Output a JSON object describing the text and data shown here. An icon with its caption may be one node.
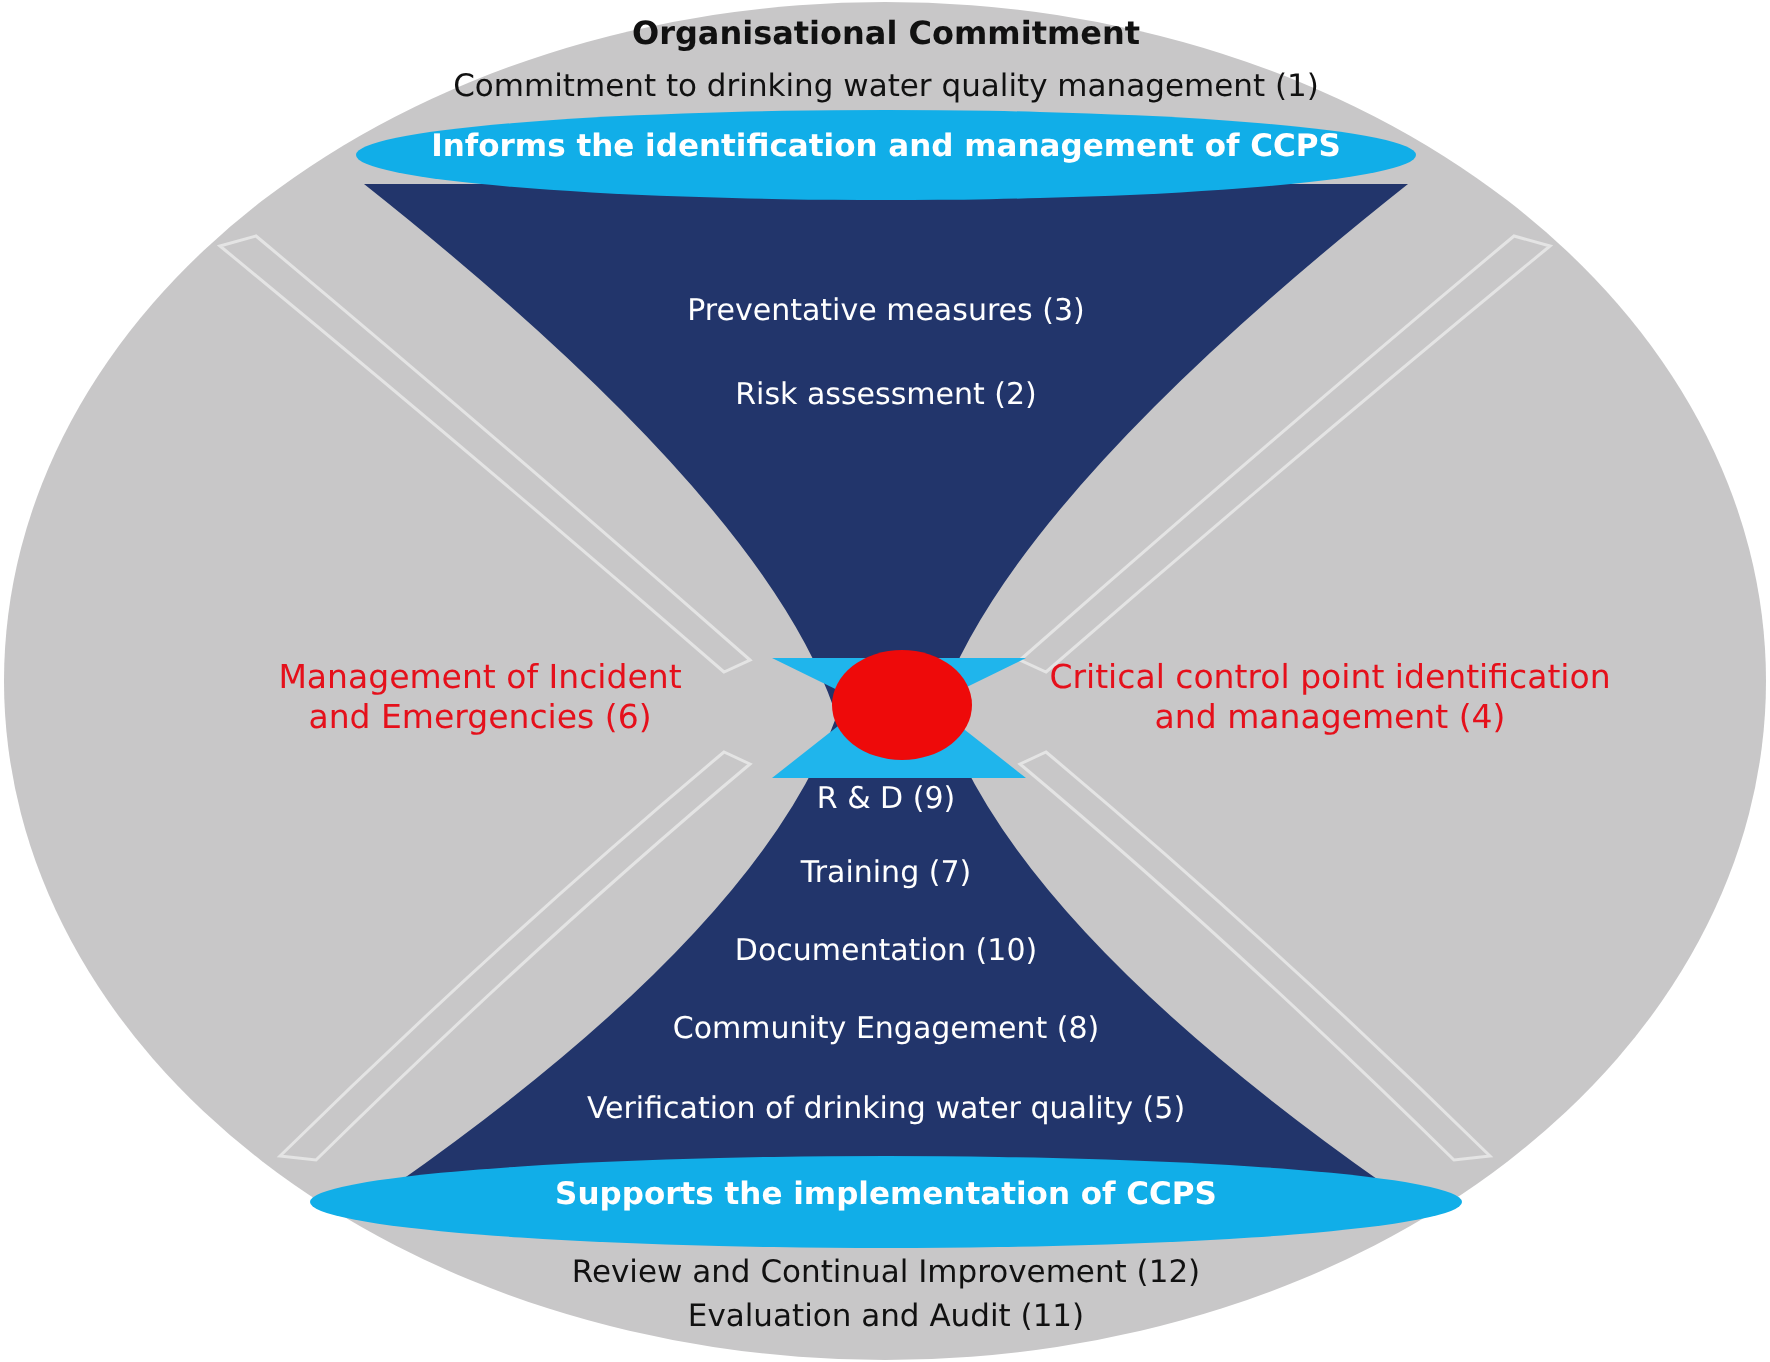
{
  "diagram": {
    "nodes": [
      {
        "text": [
          "Organisational Commitment",
          "Commitment to drinking water quality management (1)",
          "Management of Incident and Emergencies (6)",
          "Critical control point identification and management (4)",
          "Review and Continual Improvement (12)",
          "Evaluation and Audit (11)"
        ]
      },
      {
        "text": [
          "Informs the identification and management of CCPS"
        ],
        "in": 0
      },
      {
        "text": [
          "Preventative measures (3)",
          "Risk assessment (2)"
        ],
        "in": 0
      },
      {
        "text": [],
        "shape": "circle",
        "in": 0
      },
      {
        "text": [
          "R & D (9)",
          "Training (7)",
          "Documentation (10)",
          "Community Engagement (8)",
          "Verification of drinking water quality (5)"
        ],
        "in": 0
      },
      {
        "text": [
          "Supports the implementation of CCPS"
        ],
        "in": 0
      }
    ]
  }
}
